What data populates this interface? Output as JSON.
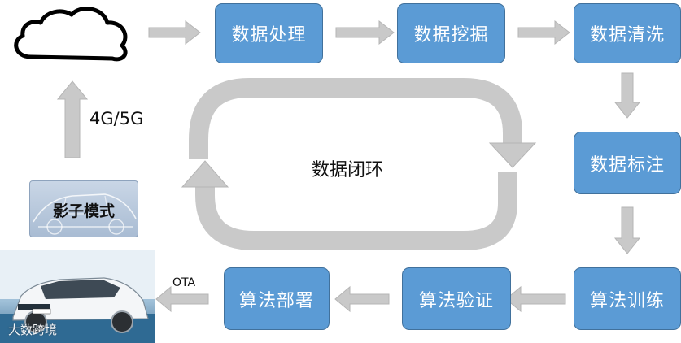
{
  "nodes": {
    "cloud_label": "",
    "process": "数据处理",
    "mining": "数据挖掘",
    "cleaning": "数据清洗",
    "labeling": "数据标注",
    "training": "算法训练",
    "validation": "算法验证",
    "deployment": "算法部署",
    "shadow_mode": "影子模式"
  },
  "labels": {
    "network": "4G/5G",
    "loop": "数据闭环",
    "ota": "OTA"
  },
  "photo": {
    "watermark": "大数跨境"
  },
  "colors": {
    "box_fill": "#5b9bd5",
    "box_border": "#41719c",
    "arrow": "#c9c9c9"
  }
}
